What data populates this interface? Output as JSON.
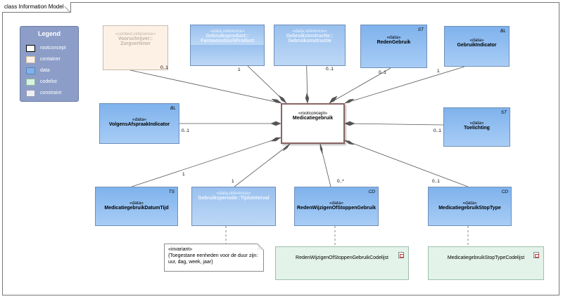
{
  "frame_title": "class Information Model",
  "legend": {
    "title": "Legend",
    "items": [
      {
        "label": "rootconcept",
        "color": "#ffffff",
        "border": "#000000"
      },
      {
        "label": "container",
        "color": "#fdf1e6",
        "border": "#cbb9a8"
      },
      {
        "label": "data",
        "color": "#7fb2ec",
        "border": "#5a86b8"
      },
      {
        "label": "codelist",
        "color": "#d9f2e3",
        "border": "#8fb79f"
      },
      {
        "label": "constraint",
        "color": "#eeeef8",
        "border": "#9a9ab0"
      }
    ]
  },
  "root": {
    "stereotype": "«rootconcept»",
    "name": "Medicatiegebruik"
  },
  "nodes": {
    "voorschrijver": {
      "stereotype": "«context,reference»",
      "line1": "Voorschrijver::",
      "line2": "Zorgverlener",
      "tag": ""
    },
    "gebruiksproduct": {
      "stereotype": "«data,reference»",
      "line1": "Gebruiksproduct::",
      "line2": "FarmaceutischProduct",
      "tag": ""
    },
    "gebruiksinstructie": {
      "stereotype": "«data,reference»",
      "line1": "Gebruiksinstructie::",
      "line2": "GebruiksInstructie",
      "tag": ""
    },
    "redengebruik": {
      "stereotype": "«data»",
      "line1": "RedenGebruik",
      "line2": "",
      "tag": "ST"
    },
    "gebruikindicator": {
      "stereotype": "«data»",
      "line1": "GebruikIndicator",
      "line2": "",
      "tag": "BL"
    },
    "volgensafspraak": {
      "stereotype": "«data»",
      "line1": "VolgensAfspraakIndicator",
      "line2": "",
      "tag": "BL"
    },
    "toelichting": {
      "stereotype": "«data»",
      "line1": "Toelichting",
      "line2": "",
      "tag": "ST"
    },
    "datumtijd": {
      "stereotype": "«data»",
      "line1": "MedicatiegebruikDatumTijd",
      "line2": "",
      "tag": "TS"
    },
    "gebruiksperiode": {
      "stereotype": "«data,reference»",
      "line1": "Gebruiksperiode::TijdsInterval",
      "line2": "",
      "tag": ""
    },
    "redenwijzigen": {
      "stereotype": "«data»",
      "line1": "RedenWijzigenOfStoppenGebruik",
      "line2": "",
      "tag": "CD"
    },
    "stoptype": {
      "stereotype": "«data»",
      "line1": "MedicatiegebruikStopType",
      "line2": "",
      "tag": "CD"
    }
  },
  "codelists": {
    "redenwijzigen": "RedenWijzigenOfStoppenGebruikCodelijst",
    "stoptype": "MedicatiegebruikStopTypeCodelijst"
  },
  "multiplicities": {
    "voorschrijver": "0..1",
    "gebruiksproduct": "1",
    "gebruiksinstructie": "0..1",
    "redengebruik": "0..1",
    "gebruikindicator": "1",
    "volgensafspraak": "0..1",
    "toelichting": "0..1",
    "datumtijd": "1",
    "gebruiksperiode": "1",
    "redenwijzigen": "0..*",
    "stoptype": "0..1"
  },
  "note": {
    "line1": "«invariant»",
    "line2": "{Toegestane eenheden voor de duur zijn:",
    "line3": "uur, dag, week, jaar}"
  }
}
